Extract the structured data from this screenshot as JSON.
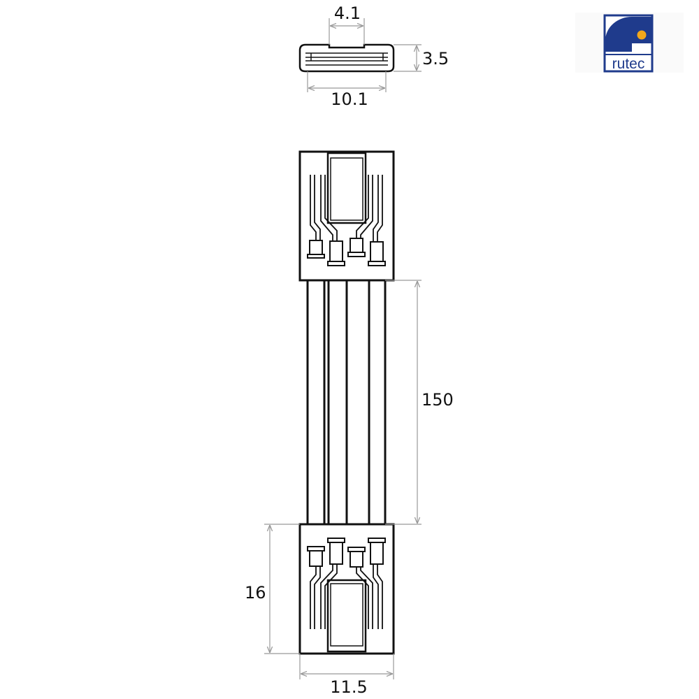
{
  "dimensions": {
    "top_width": "4.1",
    "side_height": "3.5",
    "side_width": "10.1",
    "cable_length": "150",
    "connector_length": "16",
    "connector_width": "11.5"
  },
  "logo": {
    "text": "rutec"
  },
  "colors": {
    "line": "#111111",
    "dimension_line": "#999999",
    "logo_blue": "#1f3b8c",
    "logo_dot": "#f2a71b"
  }
}
